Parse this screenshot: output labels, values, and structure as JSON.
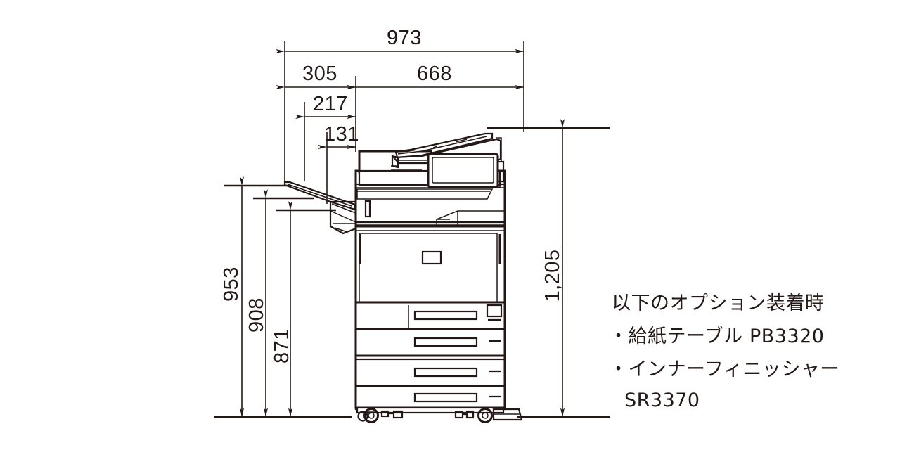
{
  "document": {
    "type": "technical-dimension-drawing",
    "subject": "multifunction-printer-side-view",
    "units": "mm"
  },
  "dimensions": {
    "horizontal": [
      {
        "id": "total-width",
        "label": "973",
        "orientation": "horizontal"
      },
      {
        "id": "left-overhang",
        "label": "305",
        "orientation": "horizontal"
      },
      {
        "id": "body-width",
        "label": "668",
        "orientation": "horizontal"
      },
      {
        "id": "tray-extent-217",
        "label": "217",
        "orientation": "horizontal"
      },
      {
        "id": "tray-extent-131",
        "label": "131",
        "orientation": "horizontal"
      }
    ],
    "vertical": [
      {
        "id": "height-953",
        "label": "953",
        "orientation": "vertical"
      },
      {
        "id": "height-908",
        "label": "908",
        "orientation": "vertical"
      },
      {
        "id": "height-871",
        "label": "871",
        "orientation": "vertical"
      },
      {
        "id": "total-height",
        "label": "1,205",
        "orientation": "vertical"
      }
    ]
  },
  "notes": {
    "heading": "以下のオプション装着時",
    "items": [
      {
        "bullet": "・",
        "text": "給紙テーブル PB3320"
      },
      {
        "bullet": "・",
        "text": "インナーフィニッシャー"
      },
      {
        "bullet": "",
        "text": "SR3370"
      }
    ]
  },
  "colors": {
    "ink": "#231815",
    "paper": "#ffffff"
  }
}
